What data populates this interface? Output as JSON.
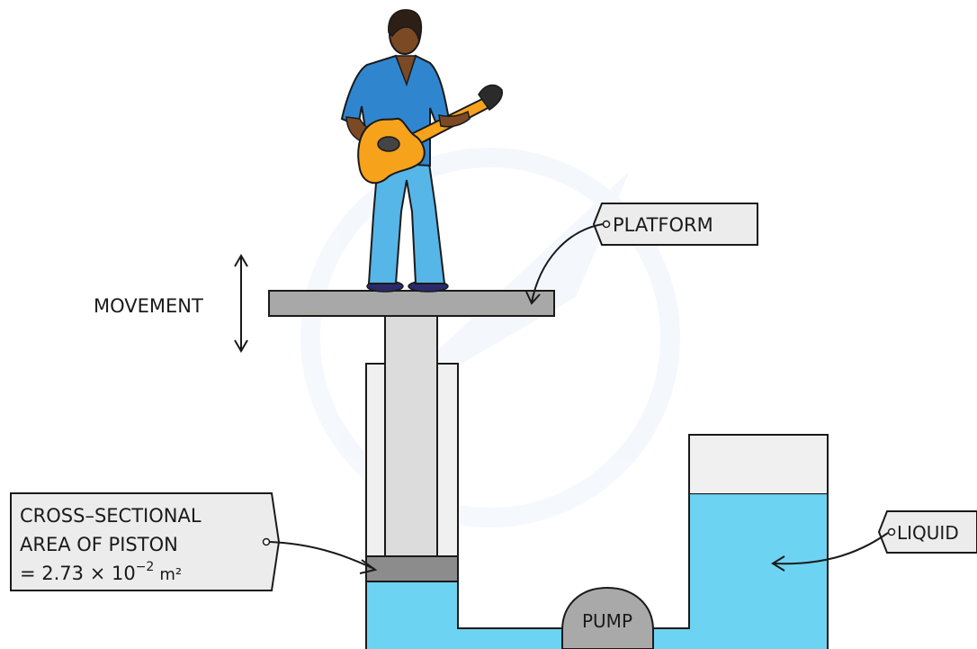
{
  "labels": {
    "movement": "MOVEMENT",
    "platform": "PLATFORM",
    "liquid": "LIQUID",
    "pump": "PUMP",
    "piston_area_line1": "CROSS–SECTIONAL",
    "piston_area_line2": "AREA OF PISTON",
    "piston_area_line3_prefix": "= 2.73 × 10",
    "piston_area_exponent": "−2",
    "piston_area_unit": "m²"
  },
  "colors": {
    "liquid": "#6dd3f2",
    "platform": "#a8a8a8",
    "piston": "#8c8c8c",
    "cylinder": "#f0f0f0",
    "rod": "#dcdcdc",
    "pump": "#a9a9a9",
    "label_box": "#ececec",
    "outline": "#1a1a1a",
    "shirt": "#2f86cf",
    "trousers": "#56b6e8",
    "skin": "#7b4a25",
    "hair": "#2e1f16",
    "guitar_body": "#f7a21b",
    "shoes": "#2a2a6a"
  }
}
